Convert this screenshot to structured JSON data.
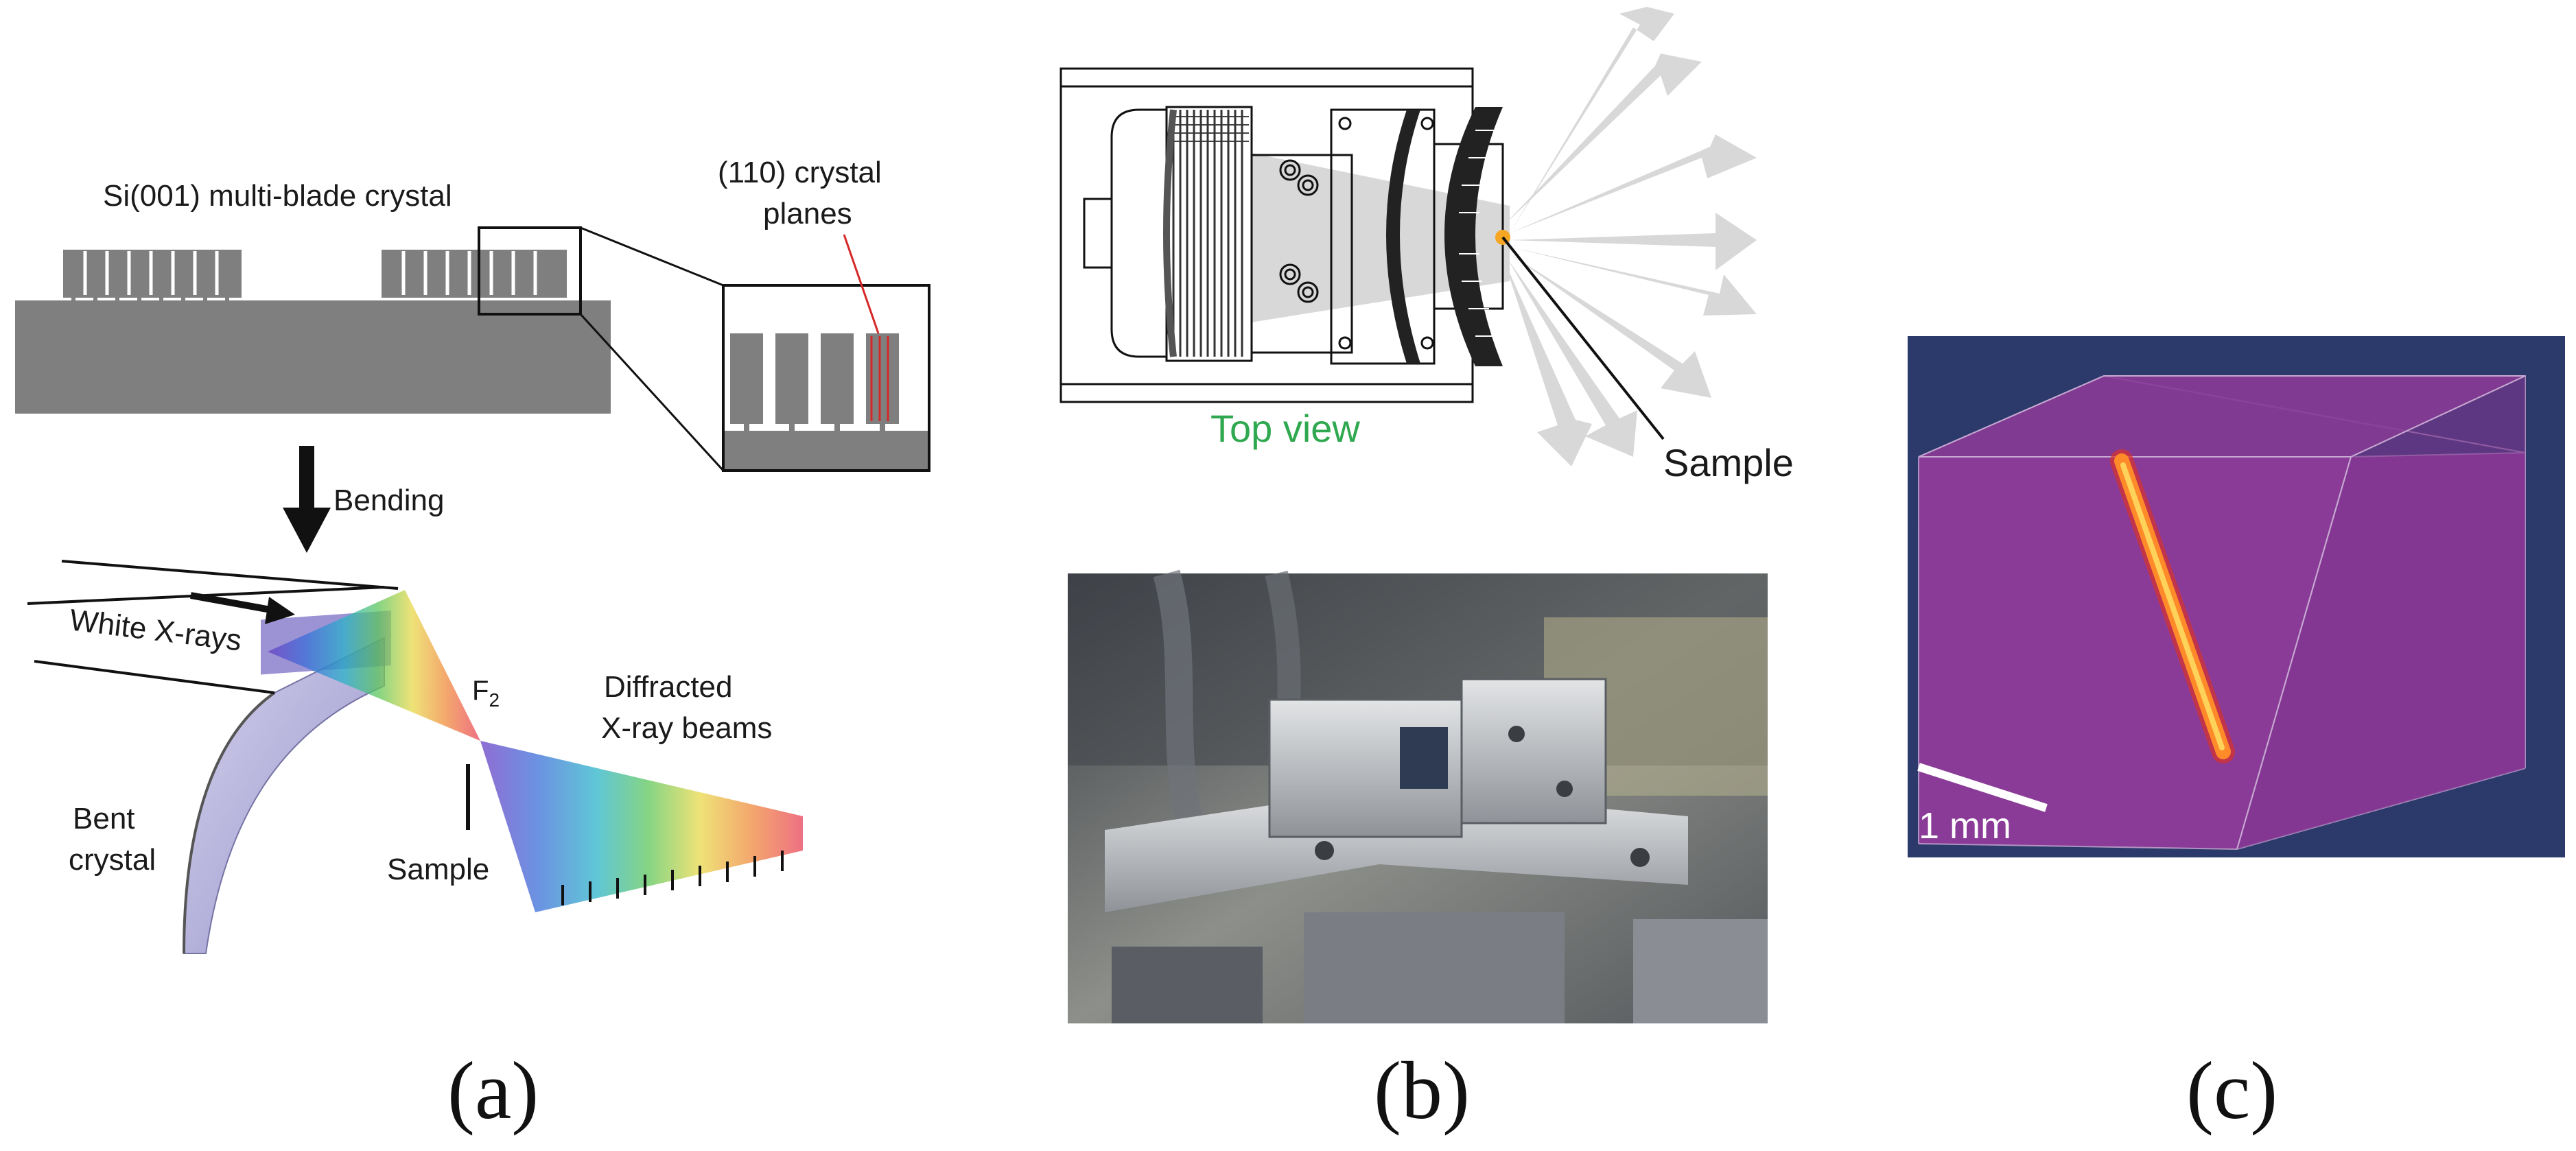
{
  "panel_a": {
    "crystal_label": "Si(001) multi-blade crystal",
    "planes_label_1": "(110) crystal",
    "planes_label_2": "planes",
    "bending_label": "Bending",
    "white_xrays_label": "White X-rays",
    "focus_label": "F",
    "focus_subscript": "2",
    "diffracted_label_1": "Diffracted",
    "diffracted_label_2": "X-ray beams",
    "bent_label_1": "Bent",
    "bent_label_2": "crystal",
    "sample_label": "Sample",
    "caption": "(a)"
  },
  "panel_b": {
    "top_view_label": "Top view",
    "sample_label": "Sample",
    "caption": "(b)"
  },
  "panel_c": {
    "scale_label": "1 mm",
    "caption": "(c)"
  },
  "colors": {
    "crystal_gray": "#7f7f7f",
    "plane_red": "#d62828",
    "top_view_green": "#2fa84f",
    "sample_orange": "#f5a623",
    "volume_purple": "#8a3b97",
    "volume_bg": "#2b3a6b"
  }
}
